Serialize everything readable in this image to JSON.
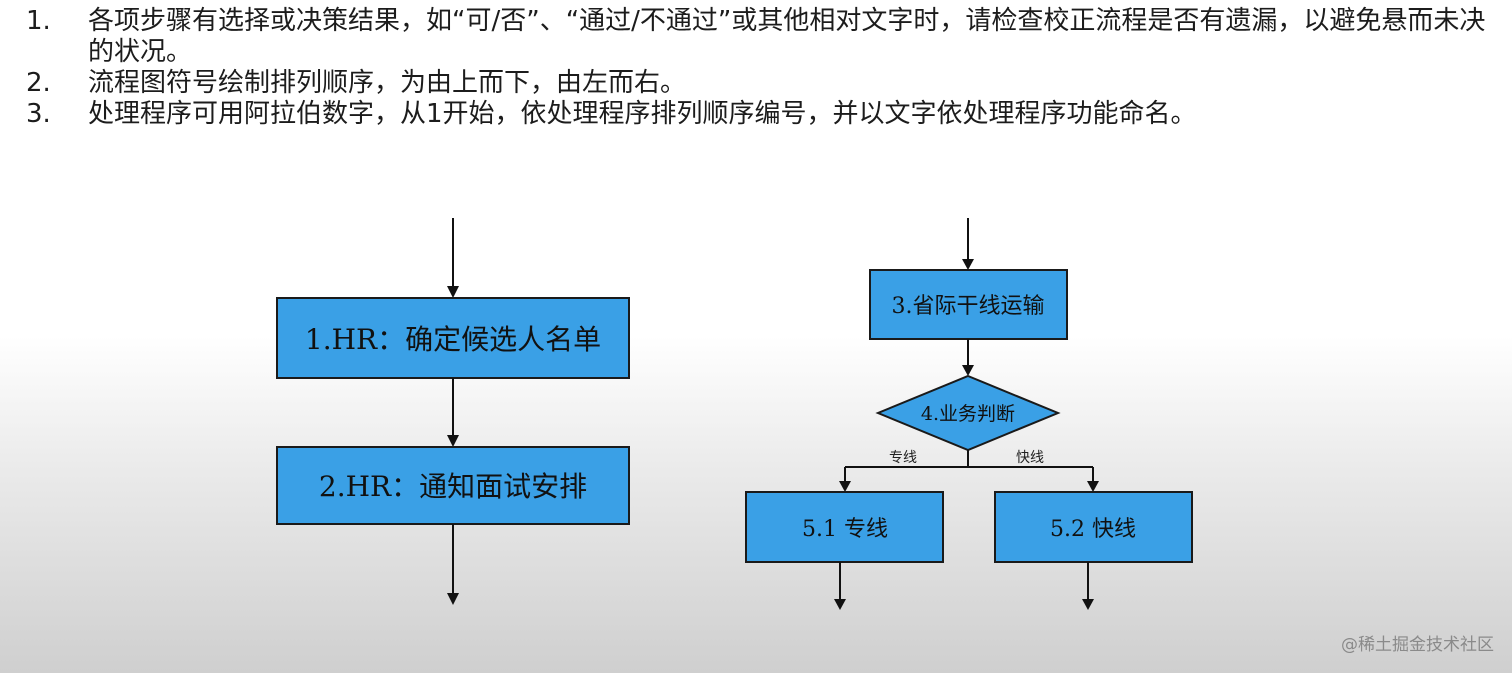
{
  "rules": [
    {
      "num": "1.",
      "text": "各项步骤有选择或决策结果，如“可/否”、“通过/不通过”或其他相对文字时，请检查校正流程是否有遗漏，以避免悬而未决的状况。"
    },
    {
      "num": "2.",
      "text": "流程图符号绘制排列顺序，为由上而下，由左而右。"
    },
    {
      "num": "3.",
      "text": "处理程序可用阿拉伯数字，从1开始，依处理程序排列顺序编号，并以文字依处理程序功能命名。"
    }
  ],
  "diagram_left": {
    "nodes": [
      {
        "label": "1.HR：确定候选人名单"
      },
      {
        "label": "2.HR：通知面试安排"
      }
    ]
  },
  "diagram_right": {
    "nodes": [
      {
        "label": "3.省际干线运输"
      },
      {
        "label": "4.业务判断"
      },
      {
        "label": "5.1 专线"
      },
      {
        "label": "5.2 快线"
      }
    ],
    "edge_labels": [
      "专线",
      "快线"
    ]
  },
  "watermark": "@稀土掘金技术社区"
}
